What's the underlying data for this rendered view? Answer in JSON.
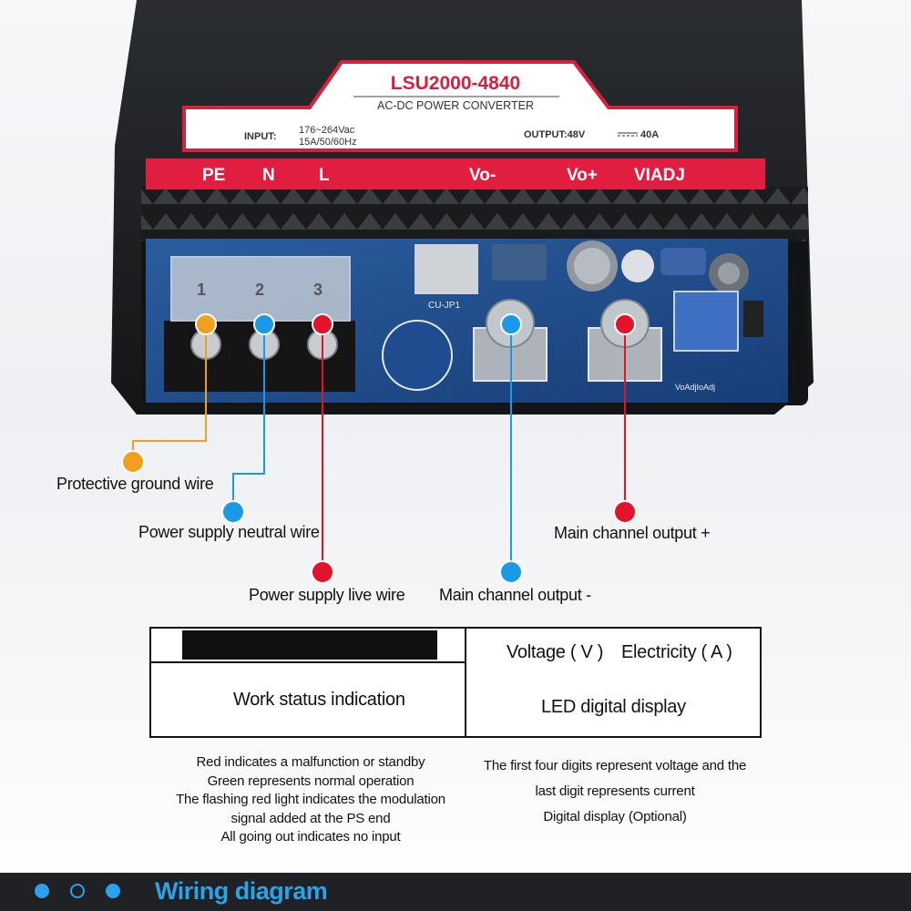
{
  "colors": {
    "orange": "#f0a01e",
    "blue": "#1a9ae6",
    "red": "#e0142a",
    "footer_bg": "#1f2124",
    "footer_accent": "#2aa3ea"
  },
  "device": {
    "model": "LSU2000-4840",
    "subtitle": "AC-DC POWER CONVERTER",
    "input_label": "INPUT:",
    "input_line1": "176~264Vac",
    "input_line2": "15A/50/60Hz",
    "output_label": "OUTPUT:48V",
    "output_value": "40A",
    "terminals": [
      "PE",
      "N",
      "L",
      "Vo-",
      "Vo+",
      "VIADJ"
    ],
    "block_numbers": [
      "1",
      "2",
      "3"
    ]
  },
  "callouts": [
    {
      "text": "Protective ground wire",
      "color": "orange"
    },
    {
      "text": "Power supply neutral wire",
      "color": "blue"
    },
    {
      "text": "Power supply live wire",
      "color": "red"
    },
    {
      "text": "Main channel output -",
      "color": "blue"
    },
    {
      "text": "Main channel output +",
      "color": "red"
    }
  ],
  "table": {
    "left_cell": "Work status indication",
    "right_top_voltage": "Voltage ( V )",
    "right_top_current": "Electricity ( A )",
    "right_cell": "LED digital display"
  },
  "notes_left": [
    "Red indicates a malfunction or standby",
    "Green represents normal operation",
    "The flashing red light indicates the modulation",
    "signal added at the PS end",
    "All going out indicates no input"
  ],
  "notes_right": [
    "The first four digits represent voltage and the",
    "last digit represents current",
    "Digital display (Optional)"
  ],
  "footer": {
    "title": "Wiring diagram"
  }
}
